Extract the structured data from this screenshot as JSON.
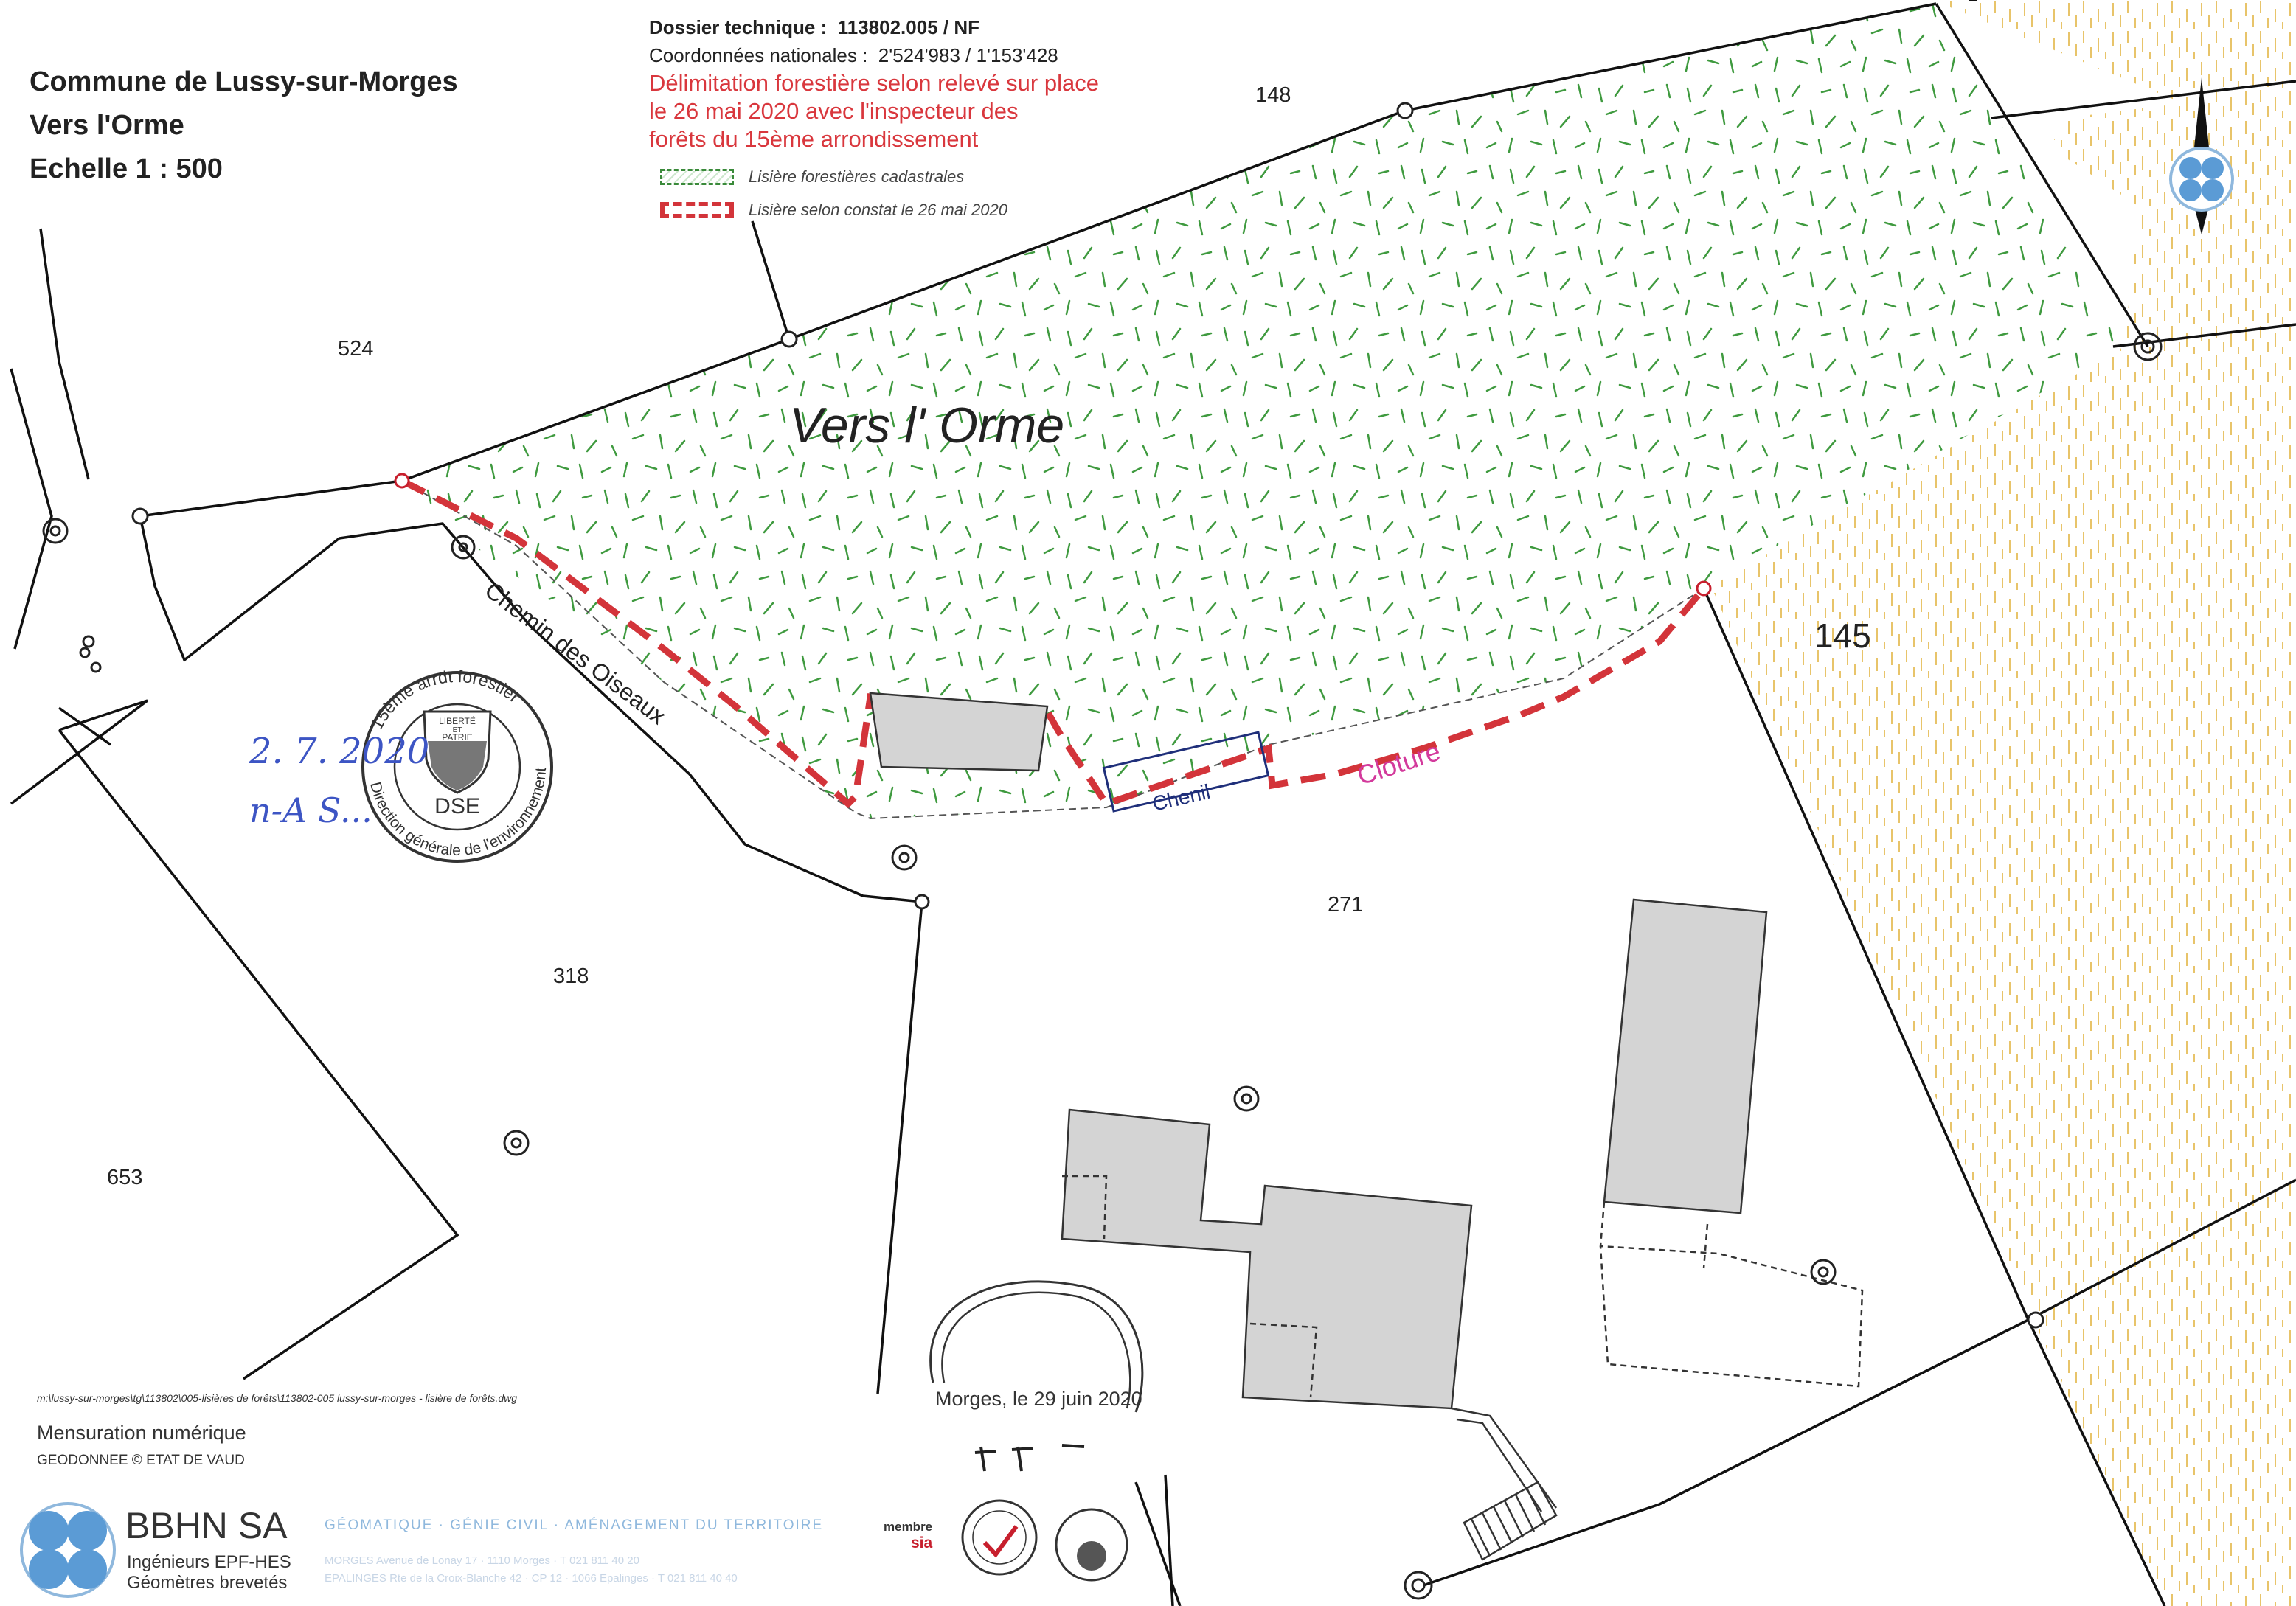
{
  "header": {
    "commune": "Commune de Lussy-sur-Morges",
    "lieu": "Vers l'Orme",
    "echelle": "Echelle  1 : 500"
  },
  "dossier": {
    "label": "Dossier technique :",
    "value": "113802.005 / NF",
    "coords_label": "Coordonnées nationales :",
    "coords_value": "2'524'983 / 1'153'428",
    "note_line1": "Délimitation forestière selon relevé sur place",
    "note_line2": "le 26 mai 2020  avec l'inspecteur des",
    "note_line3": "forêts du 15ème arrondissement"
  },
  "legend": {
    "items": [
      {
        "label": "Lisière forestières cadastrales",
        "color": "#3a8a3a"
      },
      {
        "label": "Lisière selon constat le 26 mai 2020",
        "color": "#d3343a"
      }
    ]
  },
  "map_labels": {
    "forest_name": "Vers  l' Orme",
    "road": "Chemin des Oiseaux",
    "chenil": "Chenil",
    "cloture": "Cloture",
    "parcels": [
      "148",
      "524",
      "145",
      "271",
      "318",
      "653"
    ]
  },
  "stamp": {
    "ring_top": "15ème arrdt forestier",
    "ring_bottom": "Direction générale de l'environnement",
    "shield_top": "LIBERTÉ",
    "shield_mid": "ET",
    "shield_bot": "PATRIE",
    "center": "DSE",
    "handwritten_date": "2. 7. 2020",
    "handwritten_sig": "n-A S..."
  },
  "footer": {
    "file_path": "m:\\lussy-sur-morges\\tg\\113802\\005-lisières de forêts\\113802-005 lussy-sur-morges - lisière de forêts.dwg",
    "mensuration": "Mensuration numérique",
    "geodonnee": "GEODONNEE © ETAT DE VAUD",
    "company": "BBHN SA",
    "company_sub1": "Ingénieurs EPF-HES",
    "company_sub2": "Géomètres brevetés",
    "services": "GÉOMATIQUE · GÉNIE CIVIL · AMÉNAGEMENT DU TERRITOIRE",
    "addr1": "MORGES Avenue de Lonay 17 · 1110 Morges · T 021 811 40 20",
    "addr2": "EPALINGES Rte de la Croix-Blanche 42 · CP 12 · 1066 Epalinges · T 021 811 40 40",
    "place_date": "Morges, le 29 juin 2020",
    "membre": "membre",
    "sia": "sia"
  }
}
